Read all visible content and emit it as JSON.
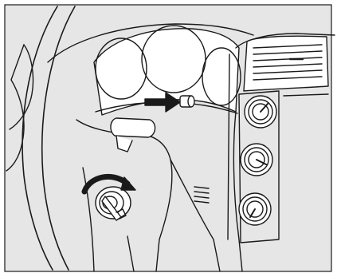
{
  "figure": {
    "background": "#e6e6e6",
    "line_color": "#1a1a1a",
    "fill_color": "#ffffff",
    "border_color": "#1a1a1a"
  },
  "parts": {
    "steering_wheel": "steering-wheel",
    "instrument_cluster": "gauge-cluster",
    "indicator_arrow": "arrow-pointing-to-knob",
    "control_knob": "instrument-panel-brightness-knob",
    "combination_switch": "turn-signal-stalk",
    "ignition_switch": "ignition-key-cylinder",
    "rotation_arrow": "key-turn-arrow",
    "air_vent": "center-air-vent",
    "climate_dials": [
      "fan-speed-dial",
      "airflow-mode-dial",
      "temperature-dial"
    ],
    "speaker_grille": "speaker-grille"
  }
}
